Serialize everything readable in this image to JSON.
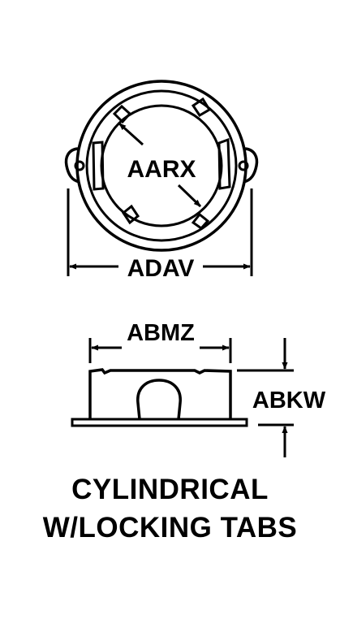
{
  "labels": {
    "inner_diameter": "AARX",
    "outer_diameter": "ADAV",
    "body_width": "ABMZ",
    "height": "ABKW"
  },
  "caption": {
    "line1": "CYLINDRICAL",
    "line2": "W/LOCKING TABS"
  },
  "colors": {
    "ink": "#000000",
    "paper": "#ffffff"
  }
}
